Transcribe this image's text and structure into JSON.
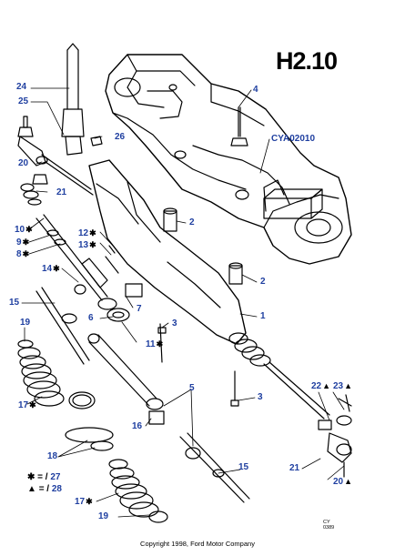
{
  "title": "H2.10",
  "reference_code": "CYA02010",
  "copyright": "Copyright 1998, Ford Motor Company",
  "corner_code": {
    "line1": "CY",
    "line2": "0389"
  },
  "legend": [
    {
      "symbol": "✱",
      "equals": "= /",
      "ref": "27"
    },
    {
      "symbol": "▲",
      "equals": "= /",
      "ref": "28"
    }
  ],
  "callouts": [
    {
      "id": "c24",
      "label": "24",
      "mark": ""
    },
    {
      "id": "c25",
      "label": "25",
      "mark": ""
    },
    {
      "id": "c26",
      "label": "26",
      "mark": ""
    },
    {
      "id": "c20a",
      "label": "20",
      "mark": ""
    },
    {
      "id": "c21a",
      "label": "21",
      "mark": ""
    },
    {
      "id": "c4",
      "label": "4",
      "mark": ""
    },
    {
      "id": "c10",
      "label": "10",
      "mark": "✱"
    },
    {
      "id": "c9",
      "label": "9",
      "mark": "✱"
    },
    {
      "id": "c8",
      "label": "8",
      "mark": "✱"
    },
    {
      "id": "c12",
      "label": "12",
      "mark": "✱"
    },
    {
      "id": "c13",
      "label": "13",
      "mark": "✱"
    },
    {
      "id": "c2a",
      "label": "2",
      "mark": ""
    },
    {
      "id": "c14",
      "label": "14",
      "mark": "✱"
    },
    {
      "id": "c15a",
      "label": "15",
      "mark": ""
    },
    {
      "id": "c2b",
      "label": "2",
      "mark": ""
    },
    {
      "id": "c7",
      "label": "7",
      "mark": ""
    },
    {
      "id": "c6",
      "label": "6",
      "mark": ""
    },
    {
      "id": "c1",
      "label": "1",
      "mark": ""
    },
    {
      "id": "c3a",
      "label": "3",
      "mark": ""
    },
    {
      "id": "c19a",
      "label": "19",
      "mark": ""
    },
    {
      "id": "c11",
      "label": "11",
      "mark": "✱"
    },
    {
      "id": "c3b",
      "label": "3",
      "mark": ""
    },
    {
      "id": "c22",
      "label": "22",
      "mark": "▲"
    },
    {
      "id": "c23",
      "label": "23",
      "mark": "▲"
    },
    {
      "id": "c17a",
      "label": "17",
      "mark": "✱"
    },
    {
      "id": "c5",
      "label": "5",
      "mark": ""
    },
    {
      "id": "c16",
      "label": "16",
      "mark": ""
    },
    {
      "id": "c18",
      "label": "18",
      "mark": ""
    },
    {
      "id": "c15b",
      "label": "15",
      "mark": ""
    },
    {
      "id": "c21b",
      "label": "21",
      "mark": ""
    },
    {
      "id": "c20b",
      "label": "20",
      "mark": "▲"
    },
    {
      "id": "c17b",
      "label": "17",
      "mark": "✱"
    },
    {
      "id": "c19b",
      "label": "19",
      "mark": ""
    }
  ]
}
